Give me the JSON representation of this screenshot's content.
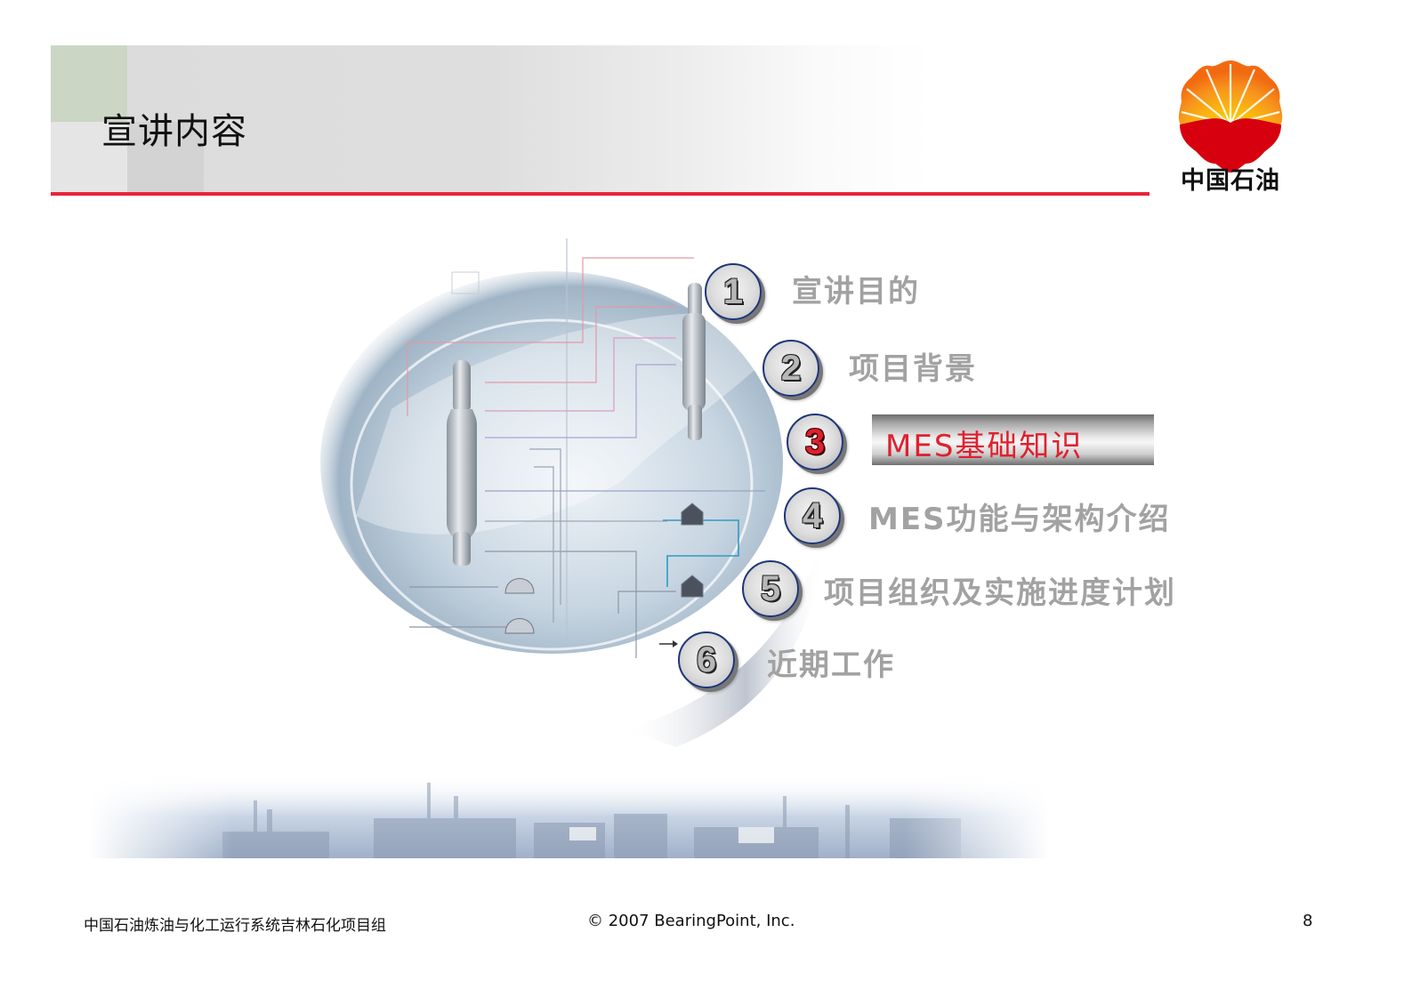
{
  "header": {
    "title": "宣讲内容",
    "accent_color": "#e8243a"
  },
  "logo": {
    "text": "中国石油",
    "icon": "petrochina-sunflower-logo-icon",
    "colors": {
      "petals": "#f7941d",
      "base": "#d7000f"
    }
  },
  "agenda": {
    "active_index": 3,
    "active_text_color": "#e0202e",
    "items": [
      {
        "number": "1",
        "label": "宣讲目的"
      },
      {
        "number": "2",
        "label": "项目背景"
      },
      {
        "number": "3",
        "label": "MES基础知识"
      },
      {
        "number": "4",
        "label": "MES功能与架构介绍"
      },
      {
        "number": "5",
        "label": "项目组织及实施进度计划"
      },
      {
        "number": "6",
        "label": "近期工作"
      }
    ]
  },
  "footer": {
    "organization": "中国石油炼油与化工运行系统吉林石化项目组",
    "copyright": "© 2007 BearingPoint, Inc.",
    "page_number": "8"
  }
}
